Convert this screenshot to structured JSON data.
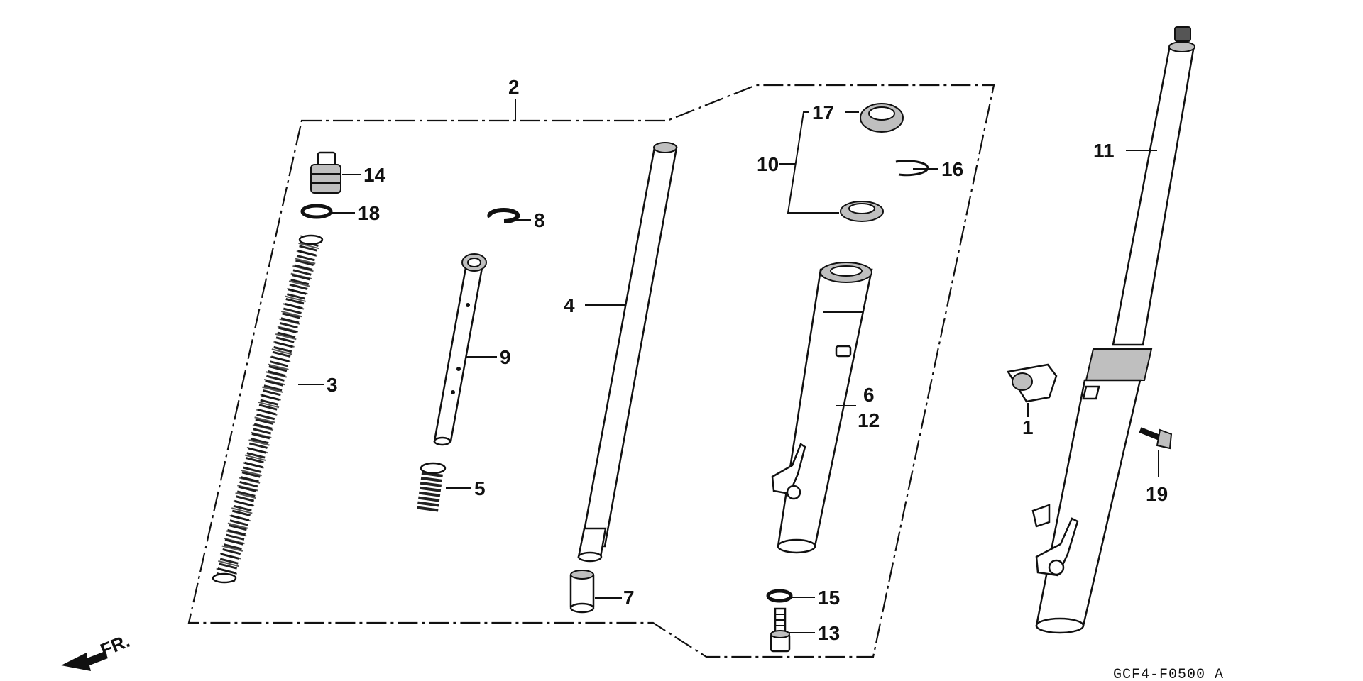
{
  "callouts": {
    "c1": "1",
    "c2": "2",
    "c3": "3",
    "c4": "4",
    "c5": "5",
    "c6": "6",
    "c7": "7",
    "c8": "8",
    "c9": "9",
    "c10": "10",
    "c11": "11",
    "c12": "12",
    "c13": "13",
    "c14": "14",
    "c15": "15",
    "c16": "16",
    "c17": "17",
    "c18": "18",
    "c19": "19"
  },
  "direction_label": "FR.",
  "diagram_code": "GCF4-F0500 A"
}
